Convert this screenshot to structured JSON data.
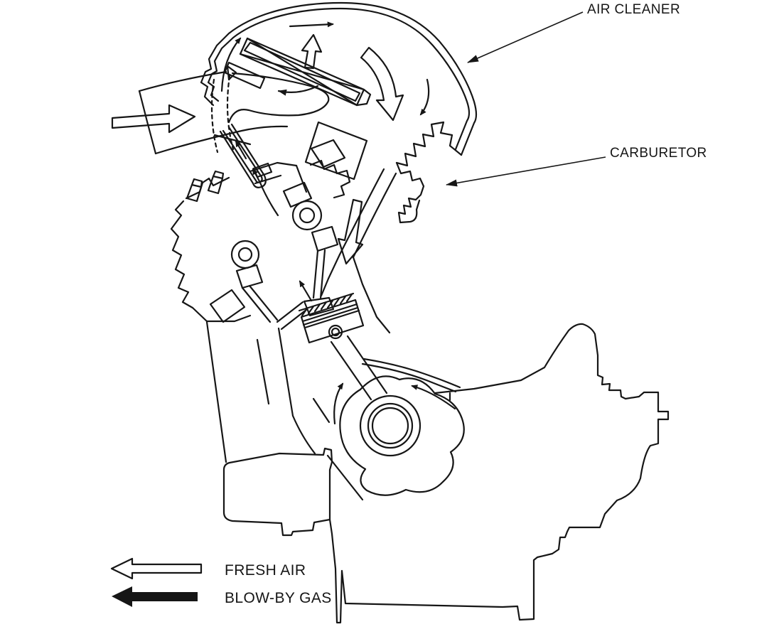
{
  "canvas": {
    "background": "#ffffff",
    "ink": "#161616"
  },
  "callouts": {
    "air_cleaner": {
      "label": "AIR CLEANER"
    },
    "carburetor": {
      "label": "CARBURETOR"
    }
  },
  "legend": {
    "fresh_air": {
      "label": "FRESH AIR",
      "symbol": "hollow-left-arrow",
      "fill": "#ffffff"
    },
    "blow_by_gas": {
      "label": "BLOW-BY GAS",
      "symbol": "solid-left-arrow",
      "fill": "#161616"
    }
  }
}
